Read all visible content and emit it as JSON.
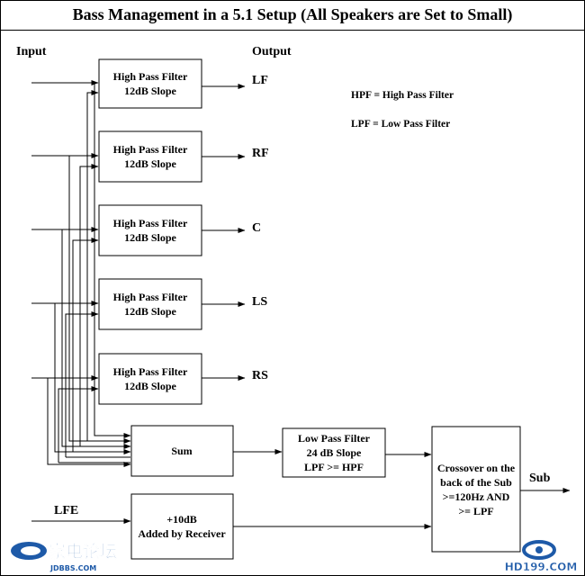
{
  "title": "Bass Management in a 5.1 Setup (All Speakers are Set to Small)",
  "labels": {
    "input": "Input",
    "output": "Output",
    "lfe": "LFE",
    "sub": "Sub"
  },
  "hpf_blocks": [
    {
      "line1": "High Pass Filter",
      "line2": "12dB Slope",
      "output": "LF"
    },
    {
      "line1": "High Pass Filter",
      "line2": "12dB Slope",
      "output": "RF"
    },
    {
      "line1": "High Pass Filter",
      "line2": "12dB Slope",
      "output": "C"
    },
    {
      "line1": "High Pass Filter",
      "line2": "12dB Slope",
      "output": "LS"
    },
    {
      "line1": "High Pass Filter",
      "line2": "12dB Slope",
      "output": "RS"
    }
  ],
  "legend": {
    "hpf": "HPF = High Pass Filter",
    "lpf": "LPF = Low Pass Filter"
  },
  "sum_block": {
    "label": "Sum"
  },
  "lpf_block": {
    "line1": "Low Pass Filter",
    "line2": "24 dB Slope",
    "line3": "LPF >= HPF"
  },
  "gain_block": {
    "line1": "+10dB",
    "line2": "Added by Receiver"
  },
  "crossover_block": {
    "line1": "Crossover on the",
    "line2": "back of the Sub",
    "line3": ">=120Hz AND",
    "line4": ">= LPF"
  },
  "watermarks": {
    "left_logo": "家电论坛",
    "left_sub": "JDBBS.COM",
    "right": "HD199.COM"
  }
}
